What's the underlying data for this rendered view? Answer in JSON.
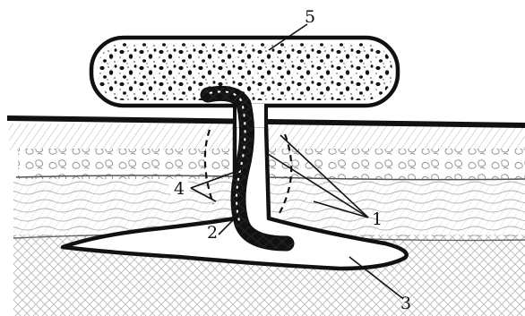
{
  "labels": {
    "l1": "1",
    "l2": "2",
    "l3": "3",
    "l4": "4",
    "l5": "5"
  },
  "colors": {
    "ink": "#111111",
    "paper": "#ffffff",
    "sketch": "#8a8a8a",
    "light_sketch": "#c4c4c4"
  }
}
